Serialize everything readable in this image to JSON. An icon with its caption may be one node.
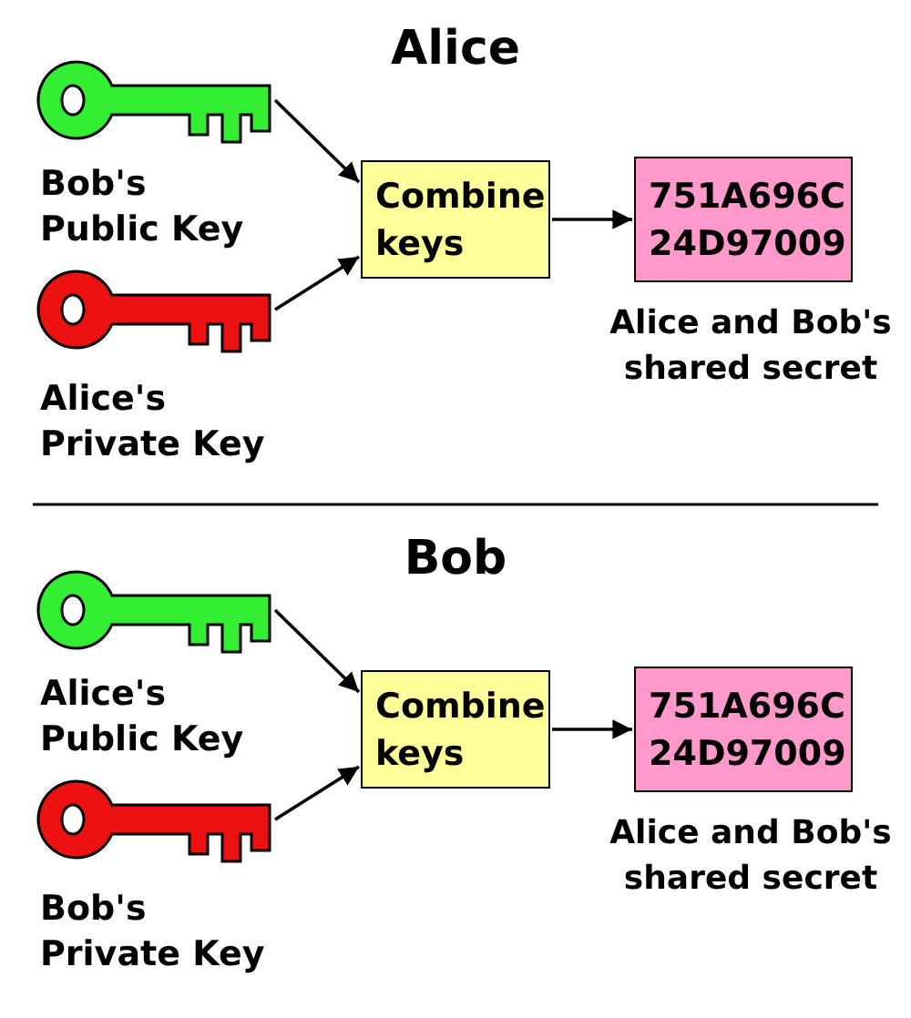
{
  "diagram": {
    "nodes": [
      {
        "text": [
          "Bob's Public Key"
        ]
      },
      {
        "text": [
          "Alice's Private Key"
        ]
      },
      {
        "text": [
          "Combine keys"
        ]
      },
      {
        "text": [
          "751A696C 24D97009"
        ],
        "beside": [
          "Alice and Bob's shared secret"
        ]
      },
      {
        "text": [
          "Alice's Public Key"
        ]
      },
      {
        "text": [
          "Bob's Private Key"
        ]
      },
      {
        "text": [
          "Combine keys"
        ]
      },
      {
        "text": [
          "751A696C 24D97009"
        ],
        "beside": [
          "Alice and Bob's shared secret"
        ]
      }
    ],
    "edges": [
      {
        "from": 0,
        "to": 2,
        "arrow": "to"
      },
      {
        "from": 1,
        "to": 2,
        "arrow": "to"
      },
      {
        "from": 2,
        "to": 3,
        "arrow": "to"
      },
      {
        "from": 4,
        "to": 6,
        "arrow": "to"
      },
      {
        "from": 5,
        "to": 6,
        "arrow": "to"
      },
      {
        "from": 6,
        "to": 7,
        "arrow": "to"
      }
    ],
    "labels": [
      "Alice",
      "Bob"
    ]
  }
}
